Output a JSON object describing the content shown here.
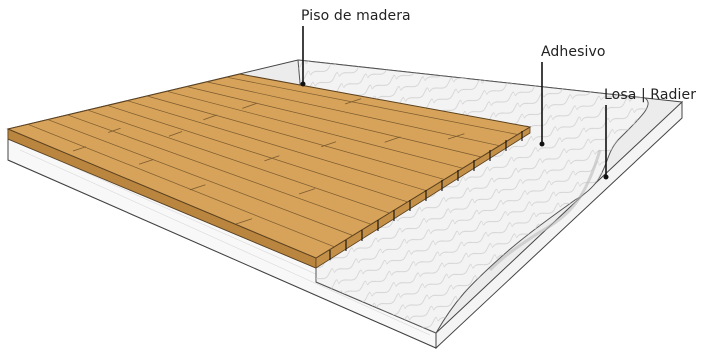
{
  "labels": {
    "piso_de_madera": "Piso de madera",
    "adhesivo": "Adhesivo",
    "losa_radier": "Losa | Radier"
  },
  "colors": {
    "wood": "#d7a35a",
    "wood_seam": "#7a5a2e",
    "adhesive": "#f0f0f0",
    "slab_top": "#e9e9e9",
    "slab_side": "#f7f7f7",
    "outline": "#333333",
    "leader_line": "#111111"
  }
}
